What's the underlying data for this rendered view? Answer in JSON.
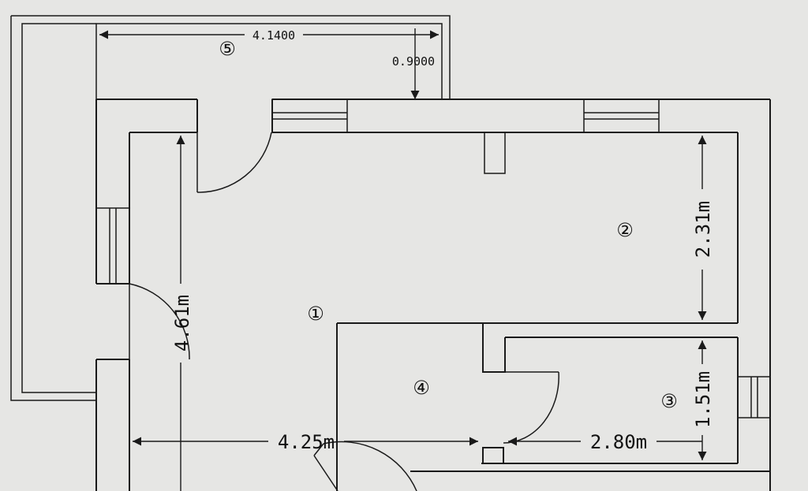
{
  "rooms": [
    {
      "id": "1",
      "label": "①"
    },
    {
      "id": "2",
      "label": "②"
    },
    {
      "id": "3",
      "label": "③"
    },
    {
      "id": "4",
      "label": "④"
    },
    {
      "id": "5",
      "label": "⑤"
    }
  ],
  "dimensions": {
    "balcony_width": "4.1400",
    "balcony_depth": "0.9000",
    "room1_height": "4.61m",
    "room1_width": "4.25m",
    "room2_height": "2.31m",
    "room3_width": "2.80m",
    "room3_height": "1.51m"
  },
  "colors": {
    "paper": "#e6e6e4",
    "ink": "#1a1a1a"
  }
}
